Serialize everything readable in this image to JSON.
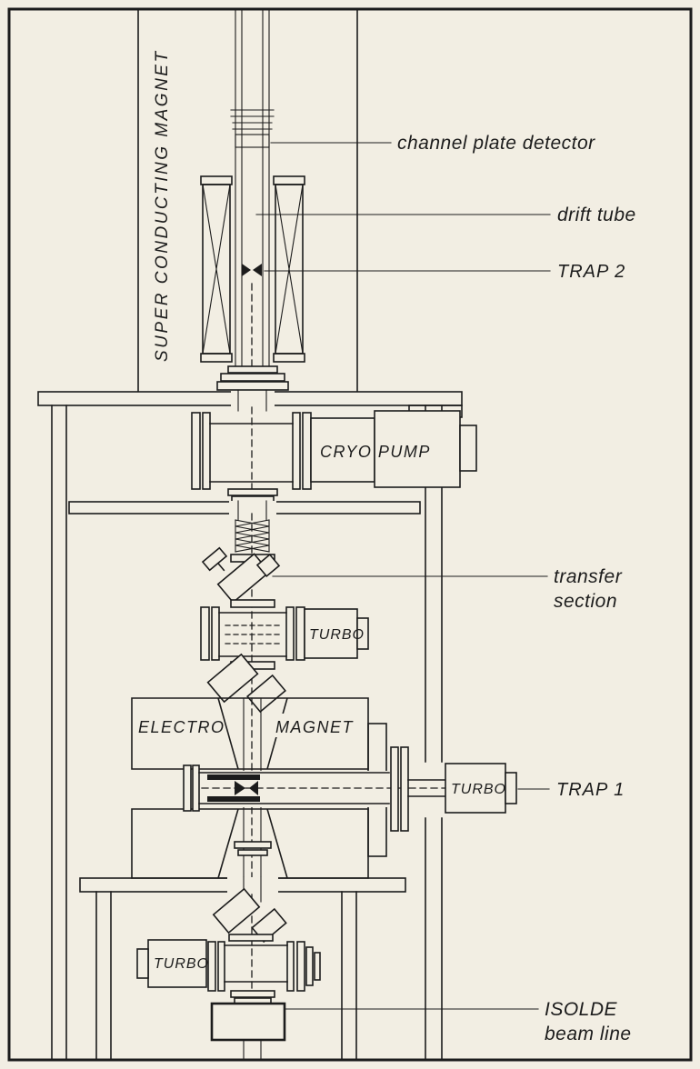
{
  "colors": {
    "paper": "#f2eee3",
    "ink": "#1c1c1c"
  },
  "labels": {
    "superconducting_magnet": "SUPER CONDUCTING MAGNET",
    "channel_plate_detector": "channel plate detector",
    "drift_tube": "drift tube",
    "trap_2": "TRAP 2",
    "cryo_pump": "CRYO PUMP",
    "transfer_section": [
      "transfer",
      "section"
    ],
    "turbo_transfer": "TURBO",
    "electro": "ELECTRO",
    "magnet": "MAGNET",
    "turbo_trap1": "TURBO",
    "trap_1": "TRAP 1",
    "turbo_beamline": "TURBO",
    "isolde_beam_line": [
      "ISOLDE",
      "beam line"
    ]
  }
}
